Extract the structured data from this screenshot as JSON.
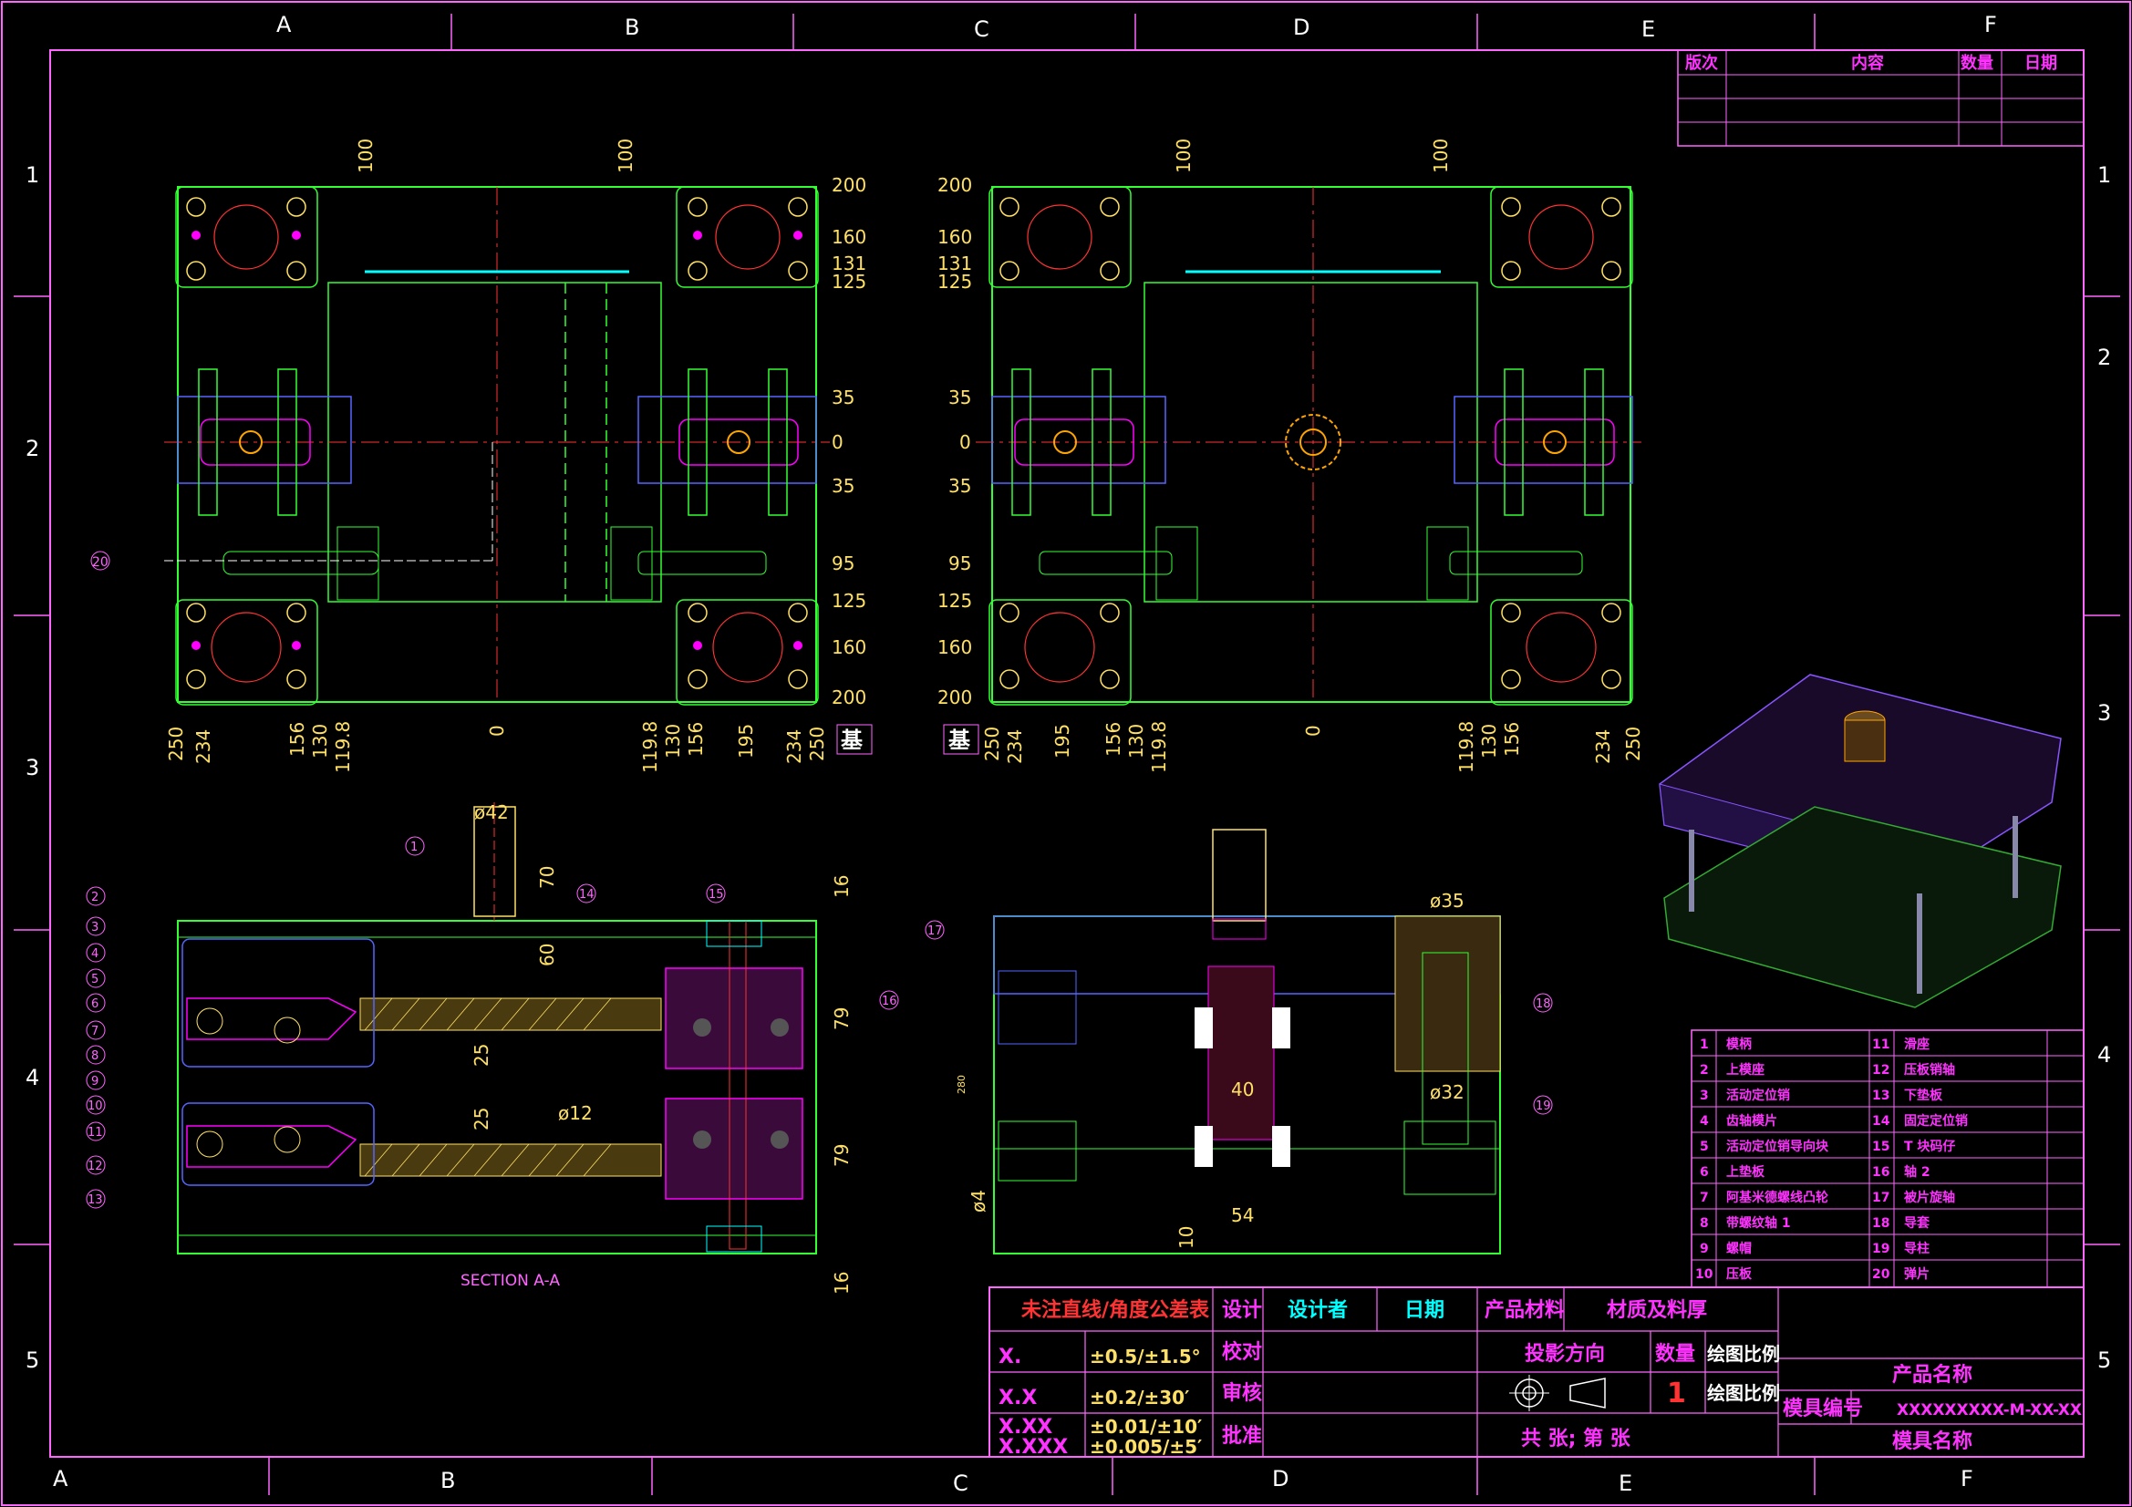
{
  "drawing": {
    "background_color": "#000000",
    "border_color": "#ff66ff",
    "dim_color": "#ffe066",
    "line_green": "#33ff33",
    "line_magenta": "#ff00ff",
    "line_cyan": "#00ffff",
    "line_red": "#ff3333",
    "line_blue": "#5566ff",
    "zone_columns_top": [
      "A",
      "B",
      "C",
      "D",
      "E",
      "F"
    ],
    "zone_columns_bottom": [
      "A",
      "B",
      "C",
      "D",
      "E",
      "F"
    ],
    "zone_rows_left": [
      "1",
      "2",
      "3",
      "4",
      "5"
    ],
    "zone_rows_right": [
      "1",
      "2",
      "3",
      "4",
      "5"
    ]
  },
  "revision_table": {
    "headers": [
      "版次",
      "内容",
      "数量",
      "日期"
    ]
  },
  "top_left_view": {
    "top_dims": [
      "100",
      "100"
    ],
    "right_dims": [
      "200",
      "160",
      "131",
      "125",
      "35",
      "0",
      "35",
      "95",
      "125",
      "160",
      "200"
    ],
    "bottom_dims": [
      "250",
      "234",
      "156",
      "130",
      "119.8",
      "0",
      "119.8",
      "130",
      "156",
      "195",
      "234",
      "250"
    ],
    "balloon": "20",
    "datum_label": "基"
  },
  "top_right_view": {
    "top_dims": [
      "100",
      "100"
    ],
    "left_dims": [
      "200",
      "160",
      "131",
      "125",
      "35",
      "0",
      "35",
      "95",
      "125",
      "160",
      "200"
    ],
    "bottom_dims": [
      "250",
      "234",
      "195",
      "156",
      "130",
      "119.8",
      "0",
      "119.8",
      "130",
      "156",
      "234",
      "250"
    ],
    "datum_label": "基"
  },
  "section_view": {
    "caption": "SECTION A-A",
    "dims": [
      "ø42",
      "70",
      "60",
      "25",
      "25",
      "ø12",
      "16",
      "79",
      "79",
      "16"
    ],
    "balloons": [
      "1",
      "2",
      "3",
      "4",
      "5",
      "6",
      "7",
      "8",
      "9",
      "10",
      "11",
      "12",
      "13",
      "14",
      "15",
      "16"
    ]
  },
  "front_view": {
    "dims": [
      "ø35",
      "ø32",
      "40",
      "54",
      "ø4",
      "10",
      "280"
    ],
    "balloons": [
      "17",
      "18",
      "19"
    ]
  },
  "bom": {
    "left": [
      {
        "no": "1",
        "name": "模柄"
      },
      {
        "no": "2",
        "name": "上模座"
      },
      {
        "no": "3",
        "name": "活动定位销"
      },
      {
        "no": "4",
        "name": "齿轴模片"
      },
      {
        "no": "5",
        "name": "活动定位销导向块"
      },
      {
        "no": "6",
        "name": "上垫板"
      },
      {
        "no": "7",
        "name": "阿基米德螺线凸轮"
      },
      {
        "no": "8",
        "name": "带螺纹轴 1"
      },
      {
        "no": "9",
        "name": "螺帽"
      },
      {
        "no": "10",
        "name": "压板"
      }
    ],
    "right": [
      {
        "no": "11",
        "name": "滑座"
      },
      {
        "no": "12",
        "name": "压板销轴"
      },
      {
        "no": "13",
        "name": "下垫板"
      },
      {
        "no": "14",
        "name": "固定定位销"
      },
      {
        "no": "15",
        "name": "T 块码仔"
      },
      {
        "no": "16",
        "name": "轴 2"
      },
      {
        "no": "17",
        "name": "被片旋轴"
      },
      {
        "no": "18",
        "name": "导套"
      },
      {
        "no": "19",
        "name": "导柱"
      },
      {
        "no": "20",
        "name": "弹片"
      }
    ]
  },
  "title_block": {
    "tolerance_header": "未注直线/角度公差表",
    "tolerance_rows": [
      {
        "grade": "X.",
        "value": "±0.5/±1.5°"
      },
      {
        "grade": "X.X",
        "value": "±0.2/±30′"
      },
      {
        "grade": "X.XX",
        "value": "±0.01/±10′"
      },
      {
        "grade": "X.XXX",
        "value": "±0.005/±5′"
      }
    ],
    "roles": [
      "设计",
      "校对",
      "审核",
      "批准"
    ],
    "designer": "设计者",
    "date": "日期",
    "product_material": "产品材料",
    "material_thickness": "材质及料厚",
    "projection": "投影方向",
    "quantity_label": "数量",
    "quantity_value": "1",
    "scale_label_1": "绘图比例",
    "scale_label_2": "绘图比例",
    "sheet_text": "共  张;  第  张",
    "product_name": "产品名称",
    "mold_no_label": "模具编号",
    "mold_no_value": "XXXXXXXXX-M-XX-XX",
    "mold_name": "模具名称"
  }
}
